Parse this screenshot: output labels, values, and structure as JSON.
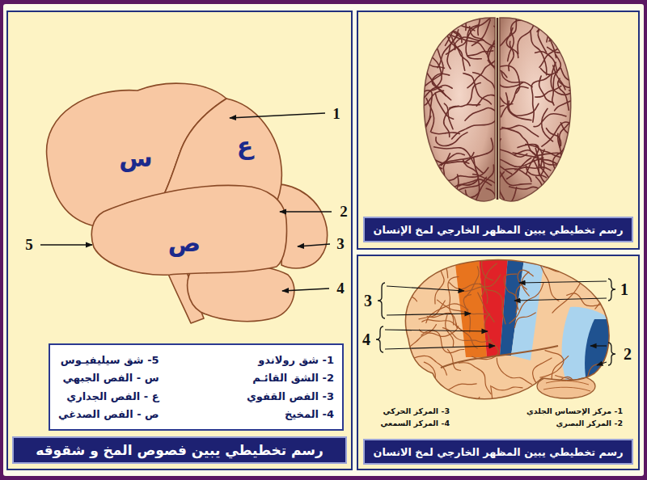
{
  "diagram": {
    "nodes": [
      {
        "text": [
          "1- شق رولاندو",
          "2- الشق القائـم",
          "3- الفص القفوي",
          "4- المخيخ",
          "5- شق سيليفيـوس",
          "س - الفص الجبهي",
          "ع - الفص الجداري",
          "ص - الفص الصدغي"
        ]
      },
      {
        "text": [
          "رسم تخطيطي يبين فصوص المخ و شقوقه"
        ]
      },
      {
        "text": [
          "رسم تخطيطي يبين المظهر الخارجي لمخ الإنسان"
        ]
      },
      {
        "text": [
          "رسم تخطيطي يبين المظهر الخارجي لمخ الانسان"
        ]
      }
    ],
    "labels": [
      "س",
      "ع",
      "ص",
      "1",
      "2",
      "3",
      "4",
      "5",
      "1",
      "3",
      "4",
      "2",
      "1- مركز الإحساس الجلدي",
      "2- المركز البصري",
      "3- المركز الحركي",
      "4- المركز السمعي"
    ]
  }
}
